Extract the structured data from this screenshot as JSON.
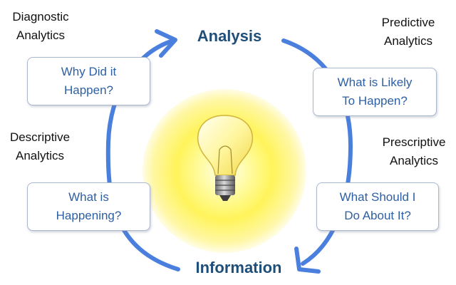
{
  "hubs": {
    "top": "Analysis",
    "bottom": "Information"
  },
  "stages": {
    "diagnostic": {
      "category": "Diagnostic\nAnalytics",
      "question": "Why Did it\nHappen?"
    },
    "predictive": {
      "category": "Predictive\nAnalytics",
      "question": "What is Likely\nTo Happen?"
    },
    "descriptive": {
      "category": "Descriptive\nAnalytics",
      "question": "What is\nHappening?"
    },
    "prescriptive": {
      "category": "Prescriptive\nAnalytics",
      "question": "What Should I\nDo About It?"
    }
  },
  "colors": {
    "arrow": "#4a7fdd",
    "hub_text": "#1f4e79",
    "question_text": "#2e5fa3",
    "glow": "#fff45a"
  },
  "icons": {
    "center": "lightbulb-icon"
  }
}
